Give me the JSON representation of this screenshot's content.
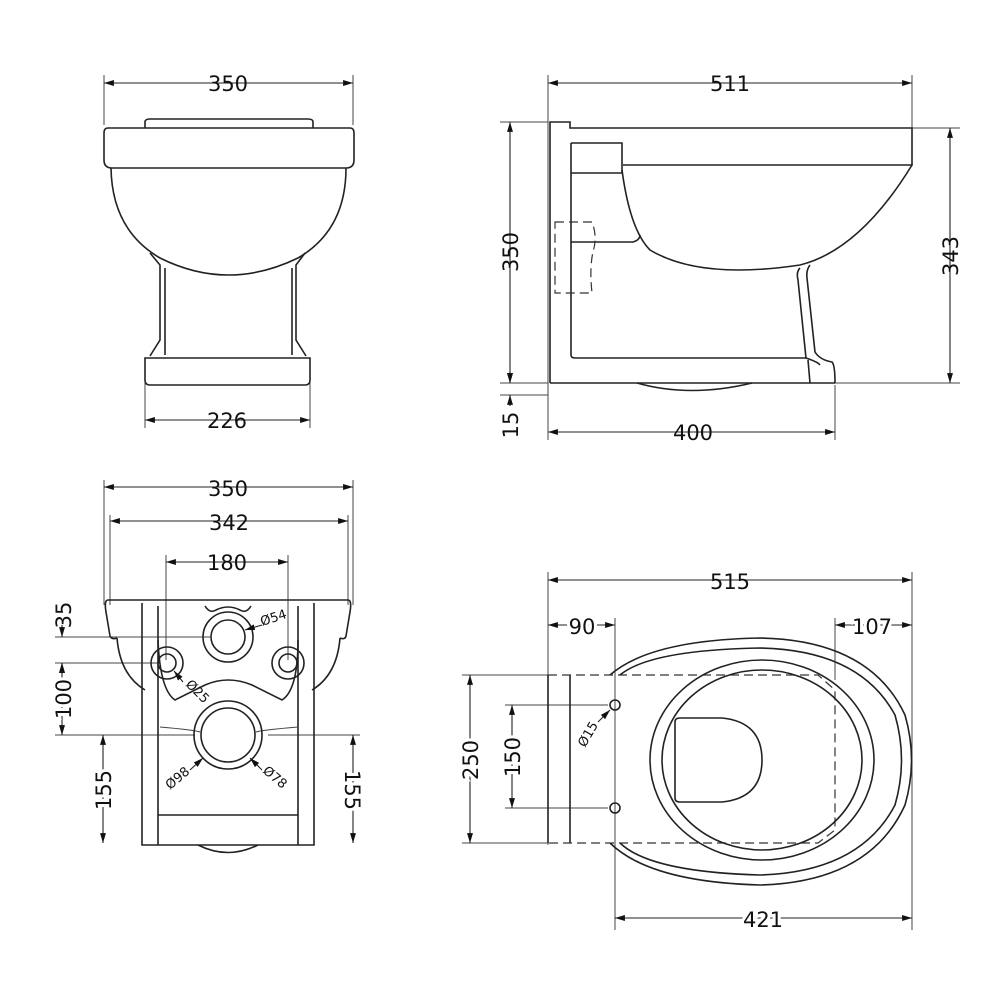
{
  "front_view": {
    "overall_width": "350",
    "pedestal_width": "226"
  },
  "side_view": {
    "overall_depth": "511",
    "height": "350",
    "bowl_height": "343",
    "floor_gap": "15",
    "pedestal_depth": "400"
  },
  "rear_view": {
    "overall_width": "350",
    "inner_width": "342",
    "fixing_centres": "180",
    "dim_35": "35",
    "dim_100": "100",
    "left_155": "155",
    "right_155": "155",
    "inlet_dia": "Ø54",
    "fixing_dia": "Ø25",
    "outlet_outer_dia": "Ø98",
    "outlet_inner_dia": "Ø78"
  },
  "plan_view": {
    "overall_length": "515",
    "rear_offset": "90",
    "front_offset": "107",
    "width": "250",
    "fixing_centres": "150",
    "fixing_dia": "Ø15",
    "bowl_length": "421"
  }
}
